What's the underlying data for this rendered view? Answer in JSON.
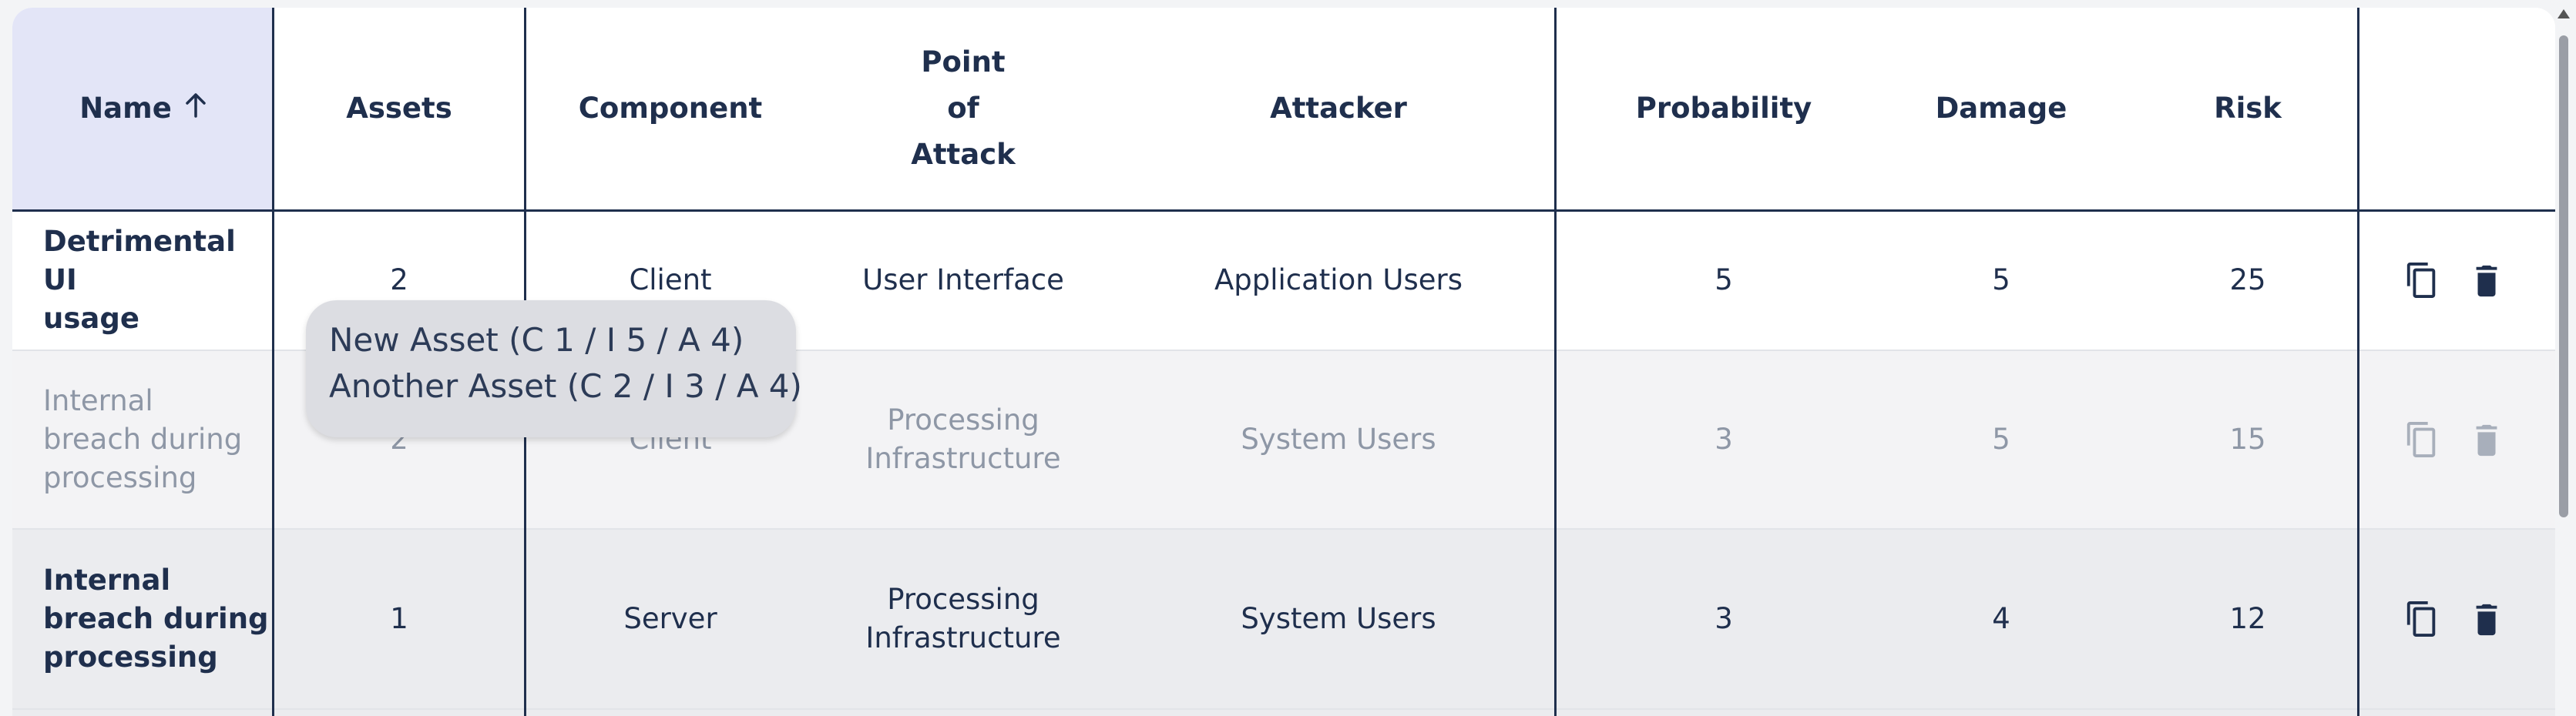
{
  "table": {
    "headers": {
      "name": "Name",
      "assets": "Assets",
      "component": "Component",
      "point_of_attack_line1": "Point",
      "point_of_attack_line2": "of",
      "point_of_attack_line3": "Attack",
      "attacker": "Attacker",
      "probability": "Probability",
      "damage": "Damage",
      "risk": "Risk"
    },
    "sort_icon": "arrow-up-icon",
    "rows": [
      {
        "name_line1": "Detrimental UI",
        "name_line2": "usage",
        "name_line3": "",
        "assets": "2",
        "component": "Client",
        "point_of_attack_line1": "User Interface",
        "point_of_attack_line2": "",
        "attacker": "Application Users",
        "probability": "5",
        "damage": "5",
        "risk": "25"
      },
      {
        "name_line1": "Internal",
        "name_line2": "breach during",
        "name_line3": "processing",
        "assets": "2",
        "component": "Client",
        "point_of_attack_line1": "Processing",
        "point_of_attack_line2": "Infrastructure",
        "attacker": "System Users",
        "probability": "3",
        "damage": "5",
        "risk": "15"
      },
      {
        "name_line1": "Internal",
        "name_line2": "breach during",
        "name_line3": "processing",
        "assets": "1",
        "component": "Server",
        "point_of_attack_line1": "Processing",
        "point_of_attack_line2": "Infrastructure",
        "attacker": "System Users",
        "probability": "3",
        "damage": "4",
        "risk": "12"
      }
    ],
    "row_actions": {
      "copy_icon": "copy-icon",
      "delete_icon": "trash-icon"
    }
  },
  "tooltip": {
    "line1": "New Asset (C 1 / I 5 / A 4)",
    "line2": "Another Asset (C 2 / I 3 / A 4)"
  },
  "colors": {
    "text_dark": "#1f2f4d",
    "text_muted": "#8e97a6",
    "sorted_header_bg": "#e3e5f7",
    "row_hover_bg": "#f3f3f5",
    "row_alt_bg": "#ebecef",
    "tooltip_bg": "#dcdde2"
  }
}
